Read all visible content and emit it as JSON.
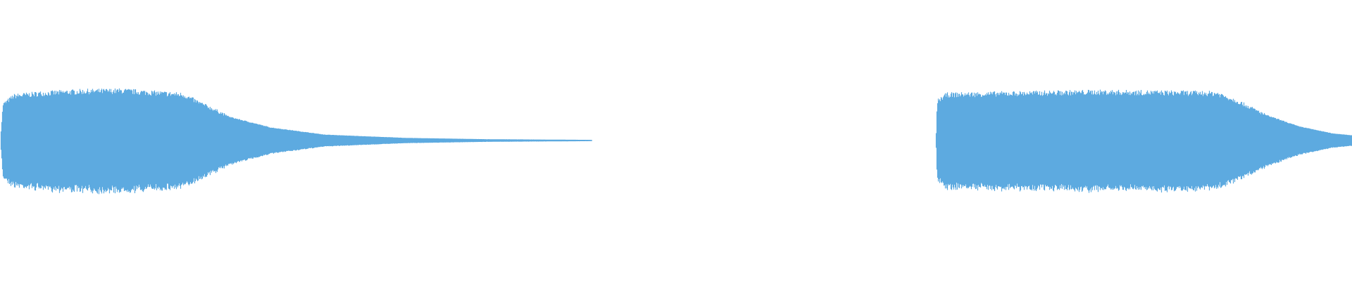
{
  "waveform": {
    "color": "#5DAAE0",
    "background": "#FFFFFF",
    "amplitude_envelope": [
      {
        "t": 0.0,
        "a": 0.0
      },
      {
        "t": 0.002,
        "a": 0.55
      },
      {
        "t": 0.01,
        "a": 0.68
      },
      {
        "t": 0.03,
        "a": 0.72
      },
      {
        "t": 0.06,
        "a": 0.75
      },
      {
        "t": 0.09,
        "a": 0.76
      },
      {
        "t": 0.12,
        "a": 0.72
      },
      {
        "t": 0.135,
        "a": 0.7
      },
      {
        "t": 0.15,
        "a": 0.55
      },
      {
        "t": 0.17,
        "a": 0.36
      },
      {
        "t": 0.2,
        "a": 0.2
      },
      {
        "t": 0.24,
        "a": 0.09
      },
      {
        "t": 0.3,
        "a": 0.04
      },
      {
        "t": 0.36,
        "a": 0.02
      },
      {
        "t": 0.437,
        "a": 0.01
      },
      {
        "t": 0.438,
        "a": 0.0
      },
      {
        "t": 0.692,
        "a": 0.0
      },
      {
        "t": 0.693,
        "a": 0.6
      },
      {
        "t": 0.7,
        "a": 0.7
      },
      {
        "t": 0.75,
        "a": 0.72
      },
      {
        "t": 0.81,
        "a": 0.74
      },
      {
        "t": 0.87,
        "a": 0.73
      },
      {
        "t": 0.9,
        "a": 0.72
      },
      {
        "t": 0.915,
        "a": 0.6
      },
      {
        "t": 0.935,
        "a": 0.4
      },
      {
        "t": 0.96,
        "a": 0.22
      },
      {
        "t": 0.985,
        "a": 0.11
      },
      {
        "t": 1.0,
        "a": 0.08
      }
    ]
  }
}
